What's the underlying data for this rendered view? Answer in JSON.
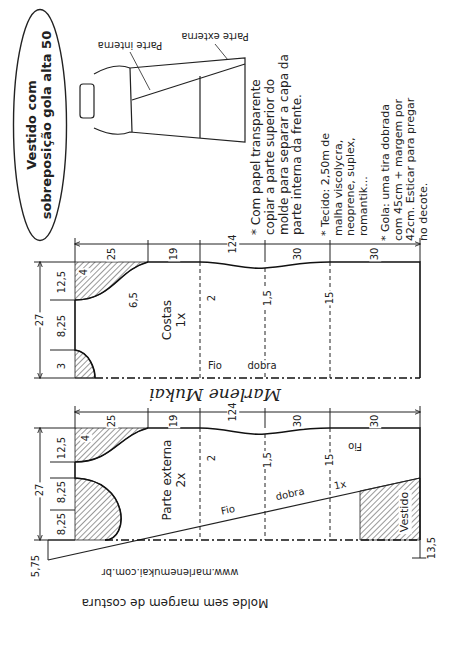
{
  "diagram": {
    "nodes": [
      {
        "text": [
          "Vestido com sobreposição gola alta 50"
        ]
      },
      {
        "text": [
          "Costas 1x"
        ]
      },
      {
        "text": [
          "Parte externa 2x",
          "Vestido"
        ]
      }
    ],
    "labels": [
      "Parte interna",
      "Parte externa",
      "* Com papel transparente copiar a parte superior do molde para separar a capa da parte interna da frente.",
      "* Tecido: 2,50m de malha viscolycra, neoprene, suplex, romantik...",
      "* Gola: uma tira dobrada com 45cm + margem por 42cm. Esticar para pregar no decote.",
      "124",
      "25",
      "19",
      "30",
      "30",
      "27",
      "12,5",
      "8,25",
      "3",
      "4",
      "6,5",
      "2",
      "1,5",
      "15",
      "Fio",
      "dobra",
      "Marlene Mukai",
      "124",
      "25",
      "19",
      "30",
      "30",
      "27",
      "12,5",
      "8,25",
      "8,25",
      "5,75",
      "4",
      "2",
      "1,5",
      "15",
      "Fio",
      "Fio",
      "dobra",
      "1x",
      "13,5",
      "www.marlenemukai.com.br",
      "Molde sem margem de costura"
    ]
  }
}
